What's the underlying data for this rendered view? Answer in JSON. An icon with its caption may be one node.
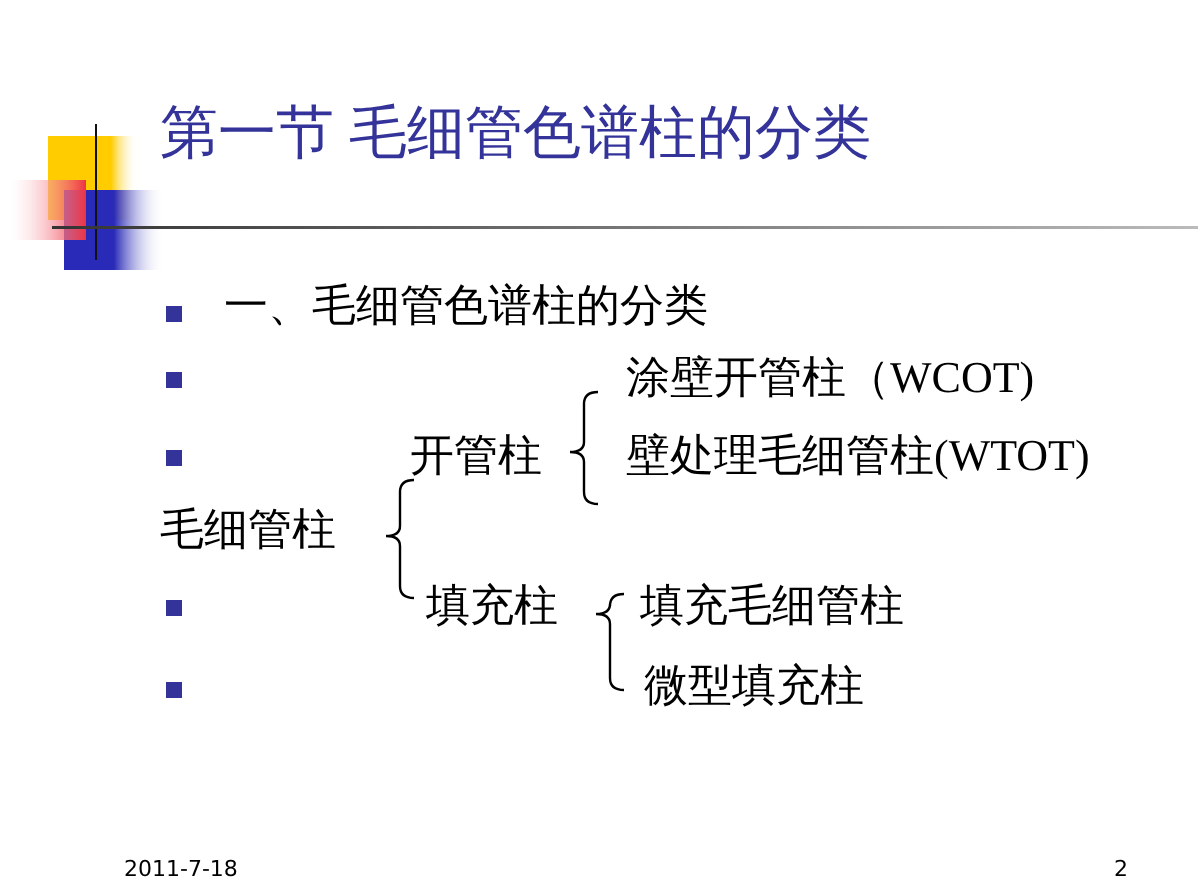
{
  "diagram": {
    "title": "第一节 毛细管色谱柱的分类",
    "labels": [
      "一、毛细管色谱柱的分类",
      "涂壁开管柱（WCOT)",
      "开管柱",
      "壁处理毛细管柱(WTOT)",
      "毛细管柱",
      "填充柱",
      "填充毛细管柱",
      "微型填充柱",
      "2011-7-18",
      "2"
    ]
  }
}
